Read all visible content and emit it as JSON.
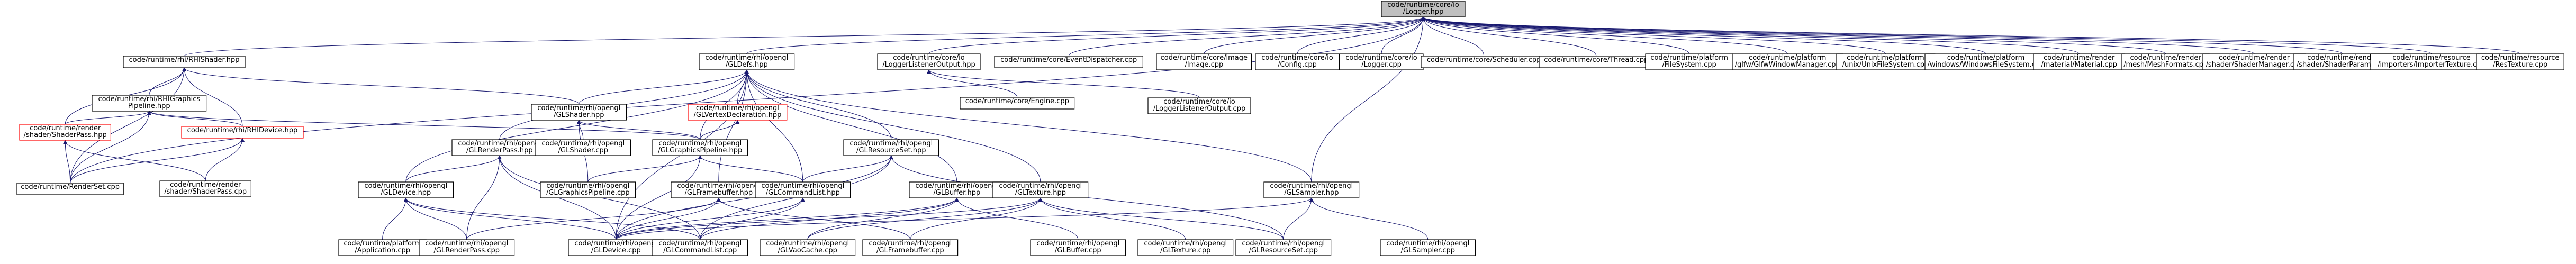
{
  "colors": {
    "edge": "#191970",
    "node_border": "#000000",
    "node_border_red": "#ff0000",
    "node_fill": "#ffffff",
    "root_fill": "#bfbfbf"
  },
  "nodes": [
    {
      "id": "root",
      "lines": [
        "code/runtime/core/io",
        "/Logger.hpp"
      ],
      "root": true
    },
    {
      "id": "rhi_shader",
      "lines": [
        "code/runtime/rhi/RHIShader.hpp"
      ]
    },
    {
      "id": "gldefs",
      "lines": [
        "code/runtime/rhi/opengl",
        "/GLDefs.hpp"
      ]
    },
    {
      "id": "listener_hpp",
      "lines": [
        "code/runtime/core/io",
        "/LoggerListenerOutput.hpp"
      ]
    },
    {
      "id": "eventdispatcher",
      "lines": [
        "code/runtime/core/EventDispatcher.cpp"
      ]
    },
    {
      "id": "image_cpp",
      "lines": [
        "code/runtime/core/image",
        "/Image.cpp"
      ]
    },
    {
      "id": "config_cpp",
      "lines": [
        "code/runtime/core/io",
        "/Config.cpp"
      ]
    },
    {
      "id": "logger_cpp",
      "lines": [
        "code/runtime/core/io",
        "/Logger.cpp"
      ]
    },
    {
      "id": "scheduler_cpp",
      "lines": [
        "code/runtime/core/Scheduler.cpp"
      ]
    },
    {
      "id": "thread_cpp",
      "lines": [
        "code/runtime/core/Thread.cpp"
      ]
    },
    {
      "id": "filesystem_cpp",
      "lines": [
        "code/runtime/platform",
        "/FileSystem.cpp"
      ]
    },
    {
      "id": "glfwwindow_cpp",
      "lines": [
        "code/runtime/platform",
        "/glfw/GlfwWindowManager.cpp"
      ]
    },
    {
      "id": "unixfs_cpp",
      "lines": [
        "code/runtime/platform",
        "/unix/UnixFileSystem.cpp"
      ]
    },
    {
      "id": "winfs_cpp",
      "lines": [
        "code/runtime/platform",
        "/windows/WindowsFileSystem.cpp"
      ]
    },
    {
      "id": "material_cpp",
      "lines": [
        "code/runtime/render",
        "/material/Material.cpp"
      ]
    },
    {
      "id": "meshformats_cpp",
      "lines": [
        "code/runtime/render",
        "/mesh/MeshFormats.cpp"
      ]
    },
    {
      "id": "shadermanager_cpp",
      "lines": [
        "code/runtime/render",
        "/shader/ShaderManager.cpp"
      ]
    },
    {
      "id": "shaderparams_cpp",
      "lines": [
        "code/runtime/render",
        "/shader/ShaderParams.cpp"
      ]
    },
    {
      "id": "importertexture_cpp",
      "lines": [
        "code/runtime/resource",
        "/importers/ImporterTexture.cpp"
      ]
    },
    {
      "id": "restexture_cpp",
      "lines": [
        "code/runtime/resource",
        "/ResTexture.cpp"
      ]
    },
    {
      "id": "engine_cpp",
      "lines": [
        "code/runtime/core/Engine.cpp"
      ]
    },
    {
      "id": "listener_cpp",
      "lines": [
        "code/runtime/core/io",
        "/LoggerListenerOutput.cpp"
      ]
    },
    {
      "id": "rhi_gp",
      "lines": [
        "code/runtime/rhi/RHIGraphics",
        "Pipeline.hpp"
      ]
    },
    {
      "id": "rhi_device",
      "lines": [
        "code/runtime/rhi/RHIDevice.hpp"
      ],
      "red": true
    },
    {
      "id": "shaderpass_hpp",
      "lines": [
        "code/runtime/render",
        "/shader/ShaderPass.hpp"
      ],
      "red": true
    },
    {
      "id": "renderset_cpp",
      "lines": [
        "code/runtime/RenderSet.cpp"
      ]
    },
    {
      "id": "shaderpass_cpp",
      "lines": [
        "code/runtime/render",
        "/shader/ShaderPass.cpp"
      ]
    },
    {
      "id": "glshader_hpp",
      "lines": [
        "code/runtime/rhi/opengl",
        "/GLShader.hpp"
      ]
    },
    {
      "id": "glvertexdecl_hpp",
      "lines": [
        "code/runtime/rhi/opengl",
        "/GLVertexDeclaration.hpp"
      ],
      "red": true
    },
    {
      "id": "glrenderpass_hpp",
      "lines": [
        "code/runtime/rhi/opengl",
        "/GLRenderPass.hpp"
      ]
    },
    {
      "id": "glshader_cpp",
      "lines": [
        "code/runtime/rhi/opengl",
        "/GLShader.cpp"
      ]
    },
    {
      "id": "glgp_hpp",
      "lines": [
        "code/runtime/rhi/opengl",
        "/GLGraphicsPipeline.hpp"
      ]
    },
    {
      "id": "glresourceset_hpp",
      "lines": [
        "code/runtime/rhi/opengl",
        "/GLResourceSet.hpp"
      ]
    },
    {
      "id": "gldevice_hpp",
      "lines": [
        "code/runtime/rhi/opengl",
        "/GLDevice.hpp"
      ]
    },
    {
      "id": "glgp_cpp",
      "lines": [
        "code/runtime/rhi/opengl",
        "/GLGraphicsPipeline.cpp"
      ]
    },
    {
      "id": "glframebuffer_hpp",
      "lines": [
        "code/runtime/rhi/opengl",
        "/GLFramebuffer.hpp"
      ]
    },
    {
      "id": "glcmdlist_hpp",
      "lines": [
        "code/runtime/rhi/opengl",
        "/GLCommandList.hpp"
      ]
    },
    {
      "id": "glbuffer_hpp",
      "lines": [
        "code/runtime/rhi/opengl",
        "/GLBuffer.hpp"
      ]
    },
    {
      "id": "gltexture_hpp",
      "lines": [
        "code/runtime/rhi/opengl",
        "/GLTexture.hpp"
      ]
    },
    {
      "id": "glsampler_hpp",
      "lines": [
        "code/runtime/rhi/opengl",
        "/GLSampler.hpp"
      ]
    },
    {
      "id": "application_cpp",
      "lines": [
        "code/runtime/platform",
        "/Application.cpp"
      ]
    },
    {
      "id": "glrenderpass_cpp",
      "lines": [
        "code/runtime/rhi/opengl",
        "/GLRenderPass.cpp"
      ]
    },
    {
      "id": "gldevice_cpp",
      "lines": [
        "code/runtime/rhi/opengl",
        "/GLDevice.cpp"
      ]
    },
    {
      "id": "glcmdlist_cpp",
      "lines": [
        "code/runtime/rhi/opengl",
        "/GLCommandList.cpp"
      ]
    },
    {
      "id": "glvaocache_cpp",
      "lines": [
        "code/runtime/rhi/opengl",
        "/GLVaoCache.cpp"
      ]
    },
    {
      "id": "glframebuffer_cpp",
      "lines": [
        "code/runtime/rhi/opengl",
        "/GLFramebuffer.cpp"
      ]
    },
    {
      "id": "glbuffer_cpp",
      "lines": [
        "code/runtime/rhi/opengl",
        "/GLBuffer.cpp"
      ]
    },
    {
      "id": "gltexture_cpp",
      "lines": [
        "code/runtime/rhi/opengl",
        "/GLTexture.cpp"
      ]
    },
    {
      "id": "glresourceset_cpp",
      "lines": [
        "code/runtime/rhi/opengl",
        "/GLResourceSet.cpp"
      ]
    },
    {
      "id": "glsampler_cpp",
      "lines": [
        "code/runtime/rhi/opengl",
        "/GLSampler.cpp"
      ]
    }
  ],
  "edges": [
    [
      "root",
      "rhi_shader"
    ],
    [
      "root",
      "gldefs"
    ],
    [
      "root",
      "listener_hpp"
    ],
    [
      "root",
      "eventdispatcher"
    ],
    [
      "root",
      "image_cpp"
    ],
    [
      "root",
      "config_cpp"
    ],
    [
      "root",
      "logger_cpp"
    ],
    [
      "root",
      "scheduler_cpp"
    ],
    [
      "root",
      "thread_cpp"
    ],
    [
      "root",
      "filesystem_cpp"
    ],
    [
      "root",
      "glfwwindow_cpp"
    ],
    [
      "root",
      "unixfs_cpp"
    ],
    [
      "root",
      "winfs_cpp"
    ],
    [
      "root",
      "material_cpp"
    ],
    [
      "root",
      "meshformats_cpp"
    ],
    [
      "root",
      "shadermanager_cpp"
    ],
    [
      "root",
      "shaderparams_cpp"
    ],
    [
      "root",
      "importertexture_cpp"
    ],
    [
      "root",
      "restexture_cpp"
    ],
    [
      "root",
      "renderset_cpp"
    ],
    [
      "root",
      "glsampler_hpp"
    ],
    [
      "listener_hpp",
      "engine_cpp"
    ],
    [
      "listener_hpp",
      "listener_cpp"
    ],
    [
      "rhi_shader",
      "rhi_gp"
    ],
    [
      "rhi_shader",
      "rhi_device"
    ],
    [
      "rhi_shader",
      "shaderpass_hpp"
    ],
    [
      "rhi_shader",
      "glshader_hpp"
    ],
    [
      "rhi_shader",
      "renderset_cpp"
    ],
    [
      "rhi_gp",
      "rhi_device"
    ],
    [
      "rhi_gp",
      "shaderpass_hpp"
    ],
    [
      "rhi_gp",
      "glgp_hpp"
    ],
    [
      "rhi_gp",
      "renderset_cpp"
    ],
    [
      "rhi_device",
      "renderset_cpp"
    ],
    [
      "rhi_device",
      "shaderpass_cpp"
    ],
    [
      "shaderpass_hpp",
      "renderset_cpp"
    ],
    [
      "shaderpass_hpp",
      "shaderpass_cpp"
    ],
    [
      "gldefs",
      "glshader_hpp"
    ],
    [
      "gldefs",
      "glvertexdecl_hpp"
    ],
    [
      "gldefs",
      "glrenderpass_hpp"
    ],
    [
      "gldefs",
      "glgp_hpp"
    ],
    [
      "gldefs",
      "glresourceset_hpp"
    ],
    [
      "gldefs",
      "gldevice_hpp"
    ],
    [
      "gldefs",
      "glframebuffer_hpp"
    ],
    [
      "gldefs",
      "glcmdlist_hpp"
    ],
    [
      "gldefs",
      "glbuffer_hpp"
    ],
    [
      "gldefs",
      "gltexture_hpp"
    ],
    [
      "gldefs",
      "glsampler_hpp"
    ],
    [
      "gldefs",
      "gldevice_cpp"
    ],
    [
      "glshader_hpp",
      "glshader_cpp"
    ],
    [
      "glshader_hpp",
      "glgp_hpp"
    ],
    [
      "glshader_hpp",
      "glgp_cpp"
    ],
    [
      "glvertexdecl_hpp",
      "glgp_hpp"
    ],
    [
      "glrenderpass_hpp",
      "gldevice_hpp"
    ],
    [
      "glrenderpass_hpp",
      "glrenderpass_cpp"
    ],
    [
      "glrenderpass_hpp",
      "gldevice_cpp"
    ],
    [
      "glrenderpass_hpp",
      "glcmdlist_cpp"
    ],
    [
      "glgp_hpp",
      "glgp_cpp"
    ],
    [
      "glgp_hpp",
      "glcmdlist_hpp"
    ],
    [
      "glgp_hpp",
      "gldevice_cpp"
    ],
    [
      "glresourceset_hpp",
      "glcmdlist_hpp"
    ],
    [
      "glresourceset_hpp",
      "glresourceset_cpp"
    ],
    [
      "glresourceset_hpp",
      "gldevice_cpp"
    ],
    [
      "glresourceset_hpp",
      "glcmdlist_cpp"
    ],
    [
      "gldevice_hpp",
      "application_cpp"
    ],
    [
      "gldevice_hpp",
      "glrenderpass_cpp"
    ],
    [
      "gldevice_hpp",
      "gldevice_cpp"
    ],
    [
      "gldevice_hpp",
      "glcmdlist_cpp"
    ],
    [
      "glframebuffer_hpp",
      "gldevice_cpp"
    ],
    [
      "glframebuffer_hpp",
      "glframebuffer_cpp"
    ],
    [
      "glframebuffer_hpp",
      "glrenderpass_cpp"
    ],
    [
      "glcmdlist_hpp",
      "gldevice_cpp"
    ],
    [
      "glcmdlist_hpp",
      "glcmdlist_cpp"
    ],
    [
      "glbuffer_hpp",
      "glbuffer_cpp"
    ],
    [
      "glbuffer_hpp",
      "glvaocache_cpp"
    ],
    [
      "glbuffer_hpp",
      "gldevice_cpp"
    ],
    [
      "glbuffer_hpp",
      "glcmdlist_cpp"
    ],
    [
      "gltexture_hpp",
      "gltexture_cpp"
    ],
    [
      "gltexture_hpp",
      "glframebuffer_cpp"
    ],
    [
      "gltexture_hpp",
      "glresourceset_cpp"
    ],
    [
      "gltexture_hpp",
      "gldevice_cpp"
    ],
    [
      "gltexture_hpp",
      "glvaocache_cpp"
    ],
    [
      "glsampler_hpp",
      "glsampler_cpp"
    ],
    [
      "glsampler_hpp",
      "glresourceset_cpp"
    ],
    [
      "glsampler_hpp",
      "gldevice_cpp"
    ]
  ]
}
